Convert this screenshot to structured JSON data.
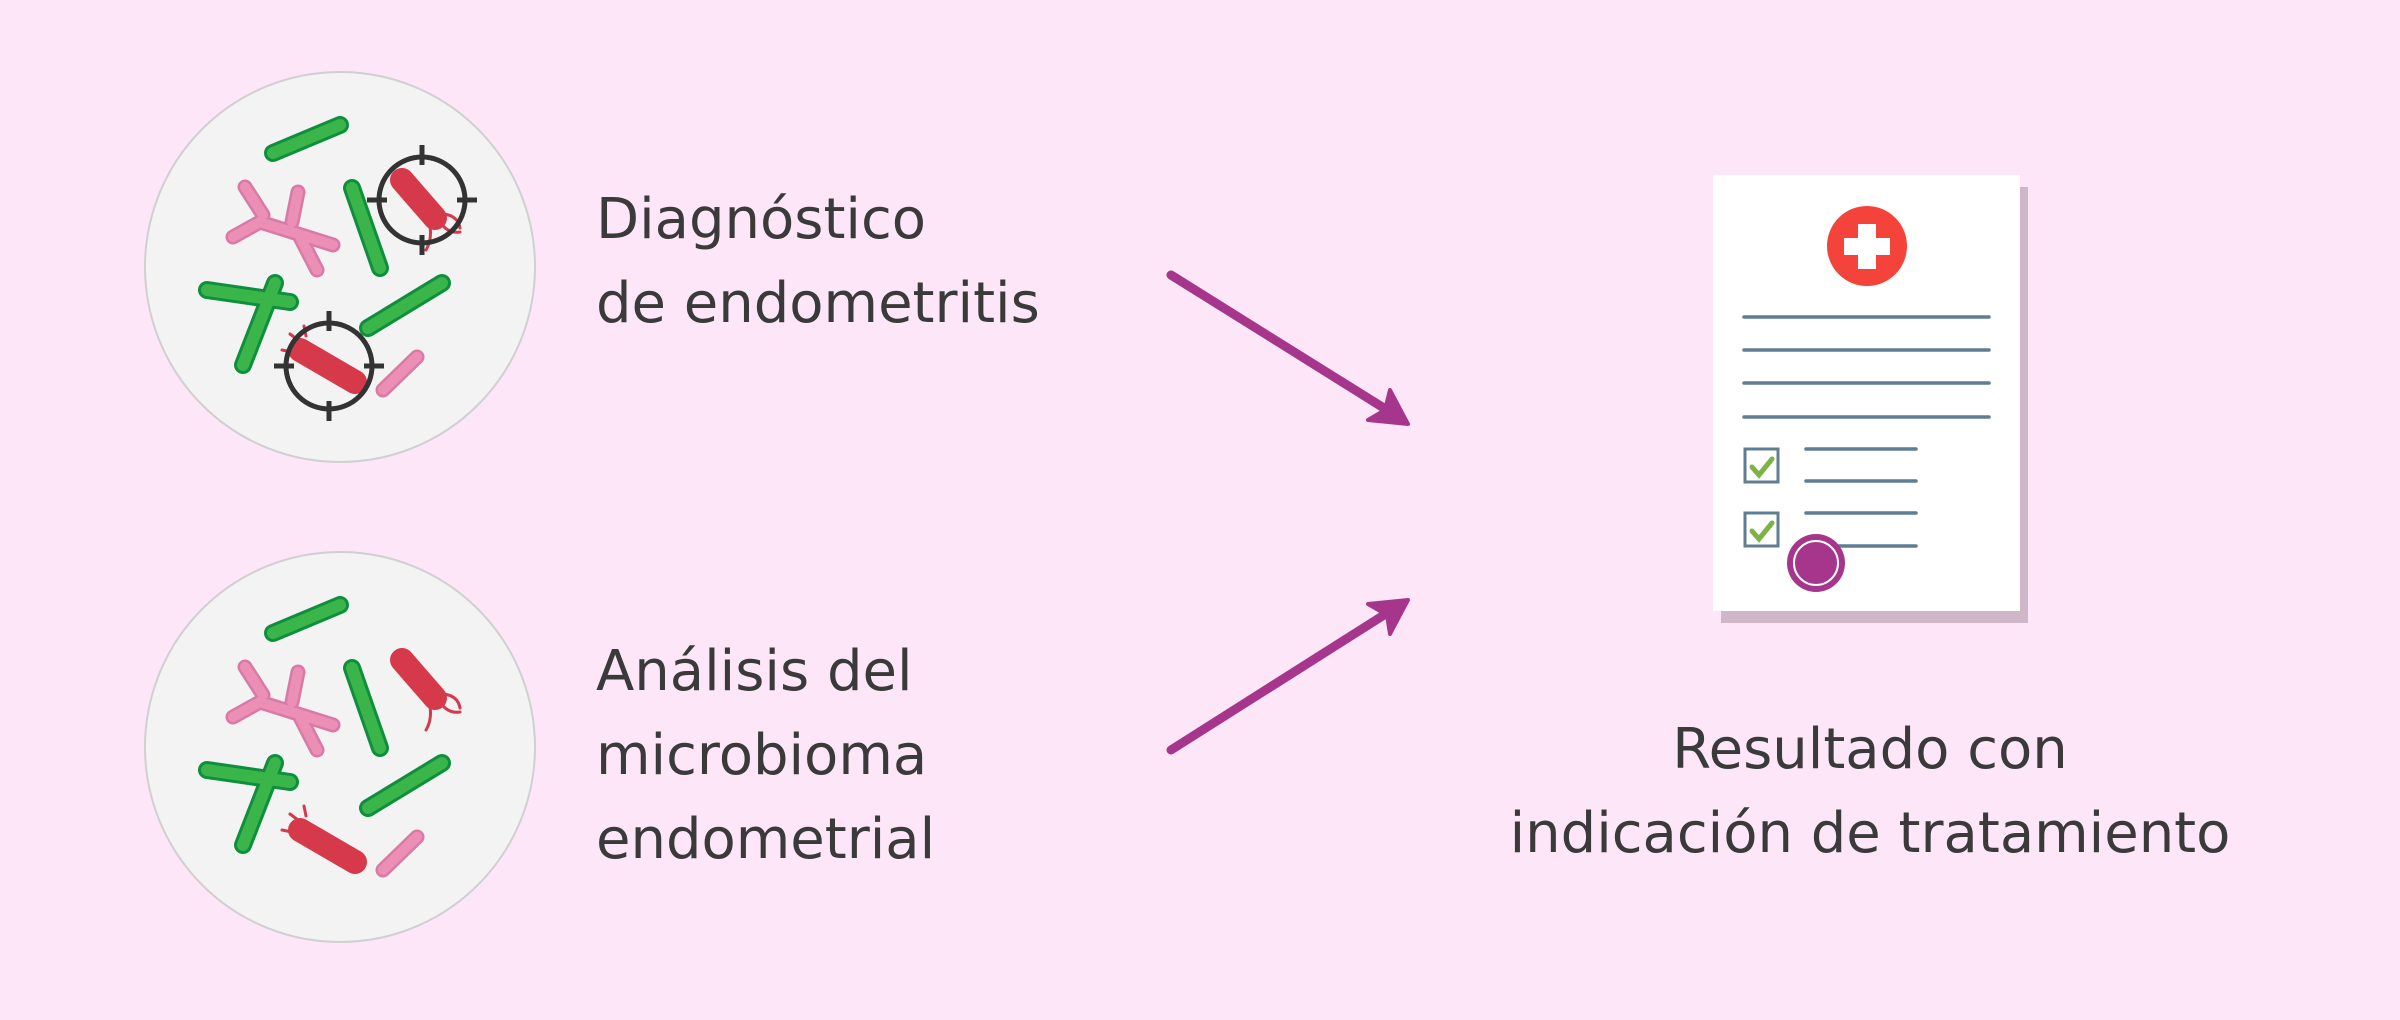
{
  "labels": {
    "diagnosis": [
      "Diagnóstico",
      "de endometritis"
    ],
    "microbiome": [
      "Análisis del",
      "microbioma",
      "endometrial"
    ],
    "result": [
      "Resultado con",
      "indicación de tratamiento"
    ]
  },
  "colors": {
    "background": "#fde6f8",
    "arrow": "#a6368c",
    "text": "#3a3a3a",
    "good_bacteria": "#3ab54a",
    "pathogen": "#d63a4a",
    "medical_cross": "#f4433a",
    "seal": "#a6368c"
  }
}
